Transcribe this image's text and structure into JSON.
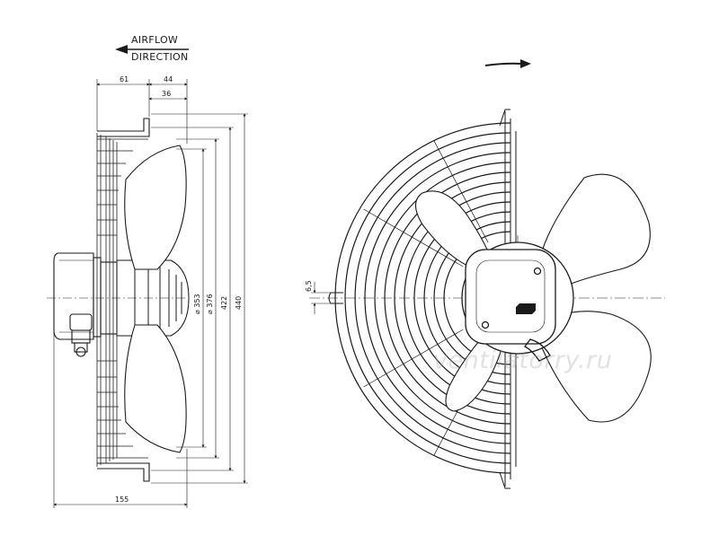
{
  "airflow": {
    "line1": "AIRFLOW",
    "line2": "DIRECTION"
  },
  "dimensions": {
    "top_61": "61",
    "top_44": "44",
    "top_36": "36",
    "dia_353": "⌀ 353",
    "dia_376": "⌀ 376",
    "dim_422": "422",
    "dim_440": "440",
    "bottom_155": "155",
    "slot_65": "6,5"
  },
  "watermark": "ventilatorry.ru",
  "colors": {
    "line": "#1a1a1a",
    "blade_fill": "#ffffff",
    "watermark": "#b8b8b8"
  },
  "icons": {
    "rotation": "rotation-arrow-icon",
    "airflow": "airflow-arrow-icon"
  }
}
